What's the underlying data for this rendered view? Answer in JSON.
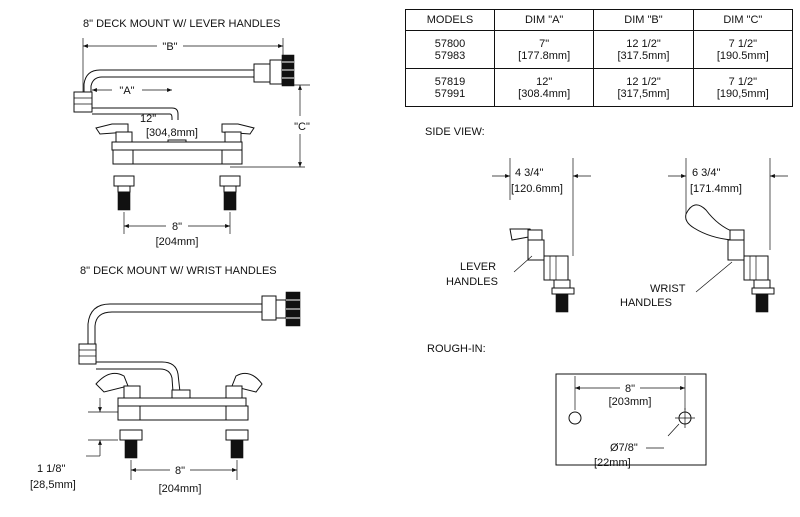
{
  "titles": {
    "lever_top": "8\" DECK MOUNT  W/ LEVER HANDLES",
    "wrist_bottom": "8\" DECK MOUNT W/  WRIST HANDLES",
    "side_view": "SIDE VIEW:",
    "rough_in": "ROUGH-IN:"
  },
  "top_view_dims": {
    "b_label": "\"B\"",
    "a_label": "\"A\"",
    "c_label": "\"C\"",
    "spout_len": "12\"",
    "spout_len_mm": "[304,8mm]",
    "center": "8\"",
    "center_mm": "[204mm]"
  },
  "bottom_view_dims": {
    "shank": "1 1/8\"",
    "shank_mm": "[28,5mm]",
    "center": "8\"",
    "center_mm": "[204mm]"
  },
  "table": {
    "headers": [
      "MODELS",
      "DIM \"A\"",
      "DIM \"B\"",
      "DIM \"C\""
    ],
    "rows": [
      {
        "models": [
          "57800",
          "57983"
        ],
        "a": [
          "7\"",
          "[177.8mm]"
        ],
        "b": [
          "12 1/2\"",
          "[317.5mm]"
        ],
        "c": [
          "7 1/2\"",
          "[190.5mm]"
        ]
      },
      {
        "models": [
          "57819",
          "57991"
        ],
        "a": [
          "12\"",
          "[308.4mm]"
        ],
        "b": [
          "12 1/2\"",
          "[317,5mm]"
        ],
        "c": [
          "7 1/2\"",
          "[190,5mm]"
        ]
      }
    ]
  },
  "side_view": {
    "lever_dim": "4 3/4\"",
    "lever_dim_mm": "[120.6mm]",
    "lever_label_1": "LEVER",
    "lever_label_2": "HANDLES",
    "wrist_dim": "6 3/4\"",
    "wrist_dim_mm": "[171.4mm]",
    "wrist_label_1": "WRIST",
    "wrist_label_2": "HANDLES"
  },
  "rough_in": {
    "spacing": "8\"",
    "spacing_mm": "[203mm]",
    "hole": "Ø7/8\"",
    "hole_mm": "[22mm]"
  }
}
